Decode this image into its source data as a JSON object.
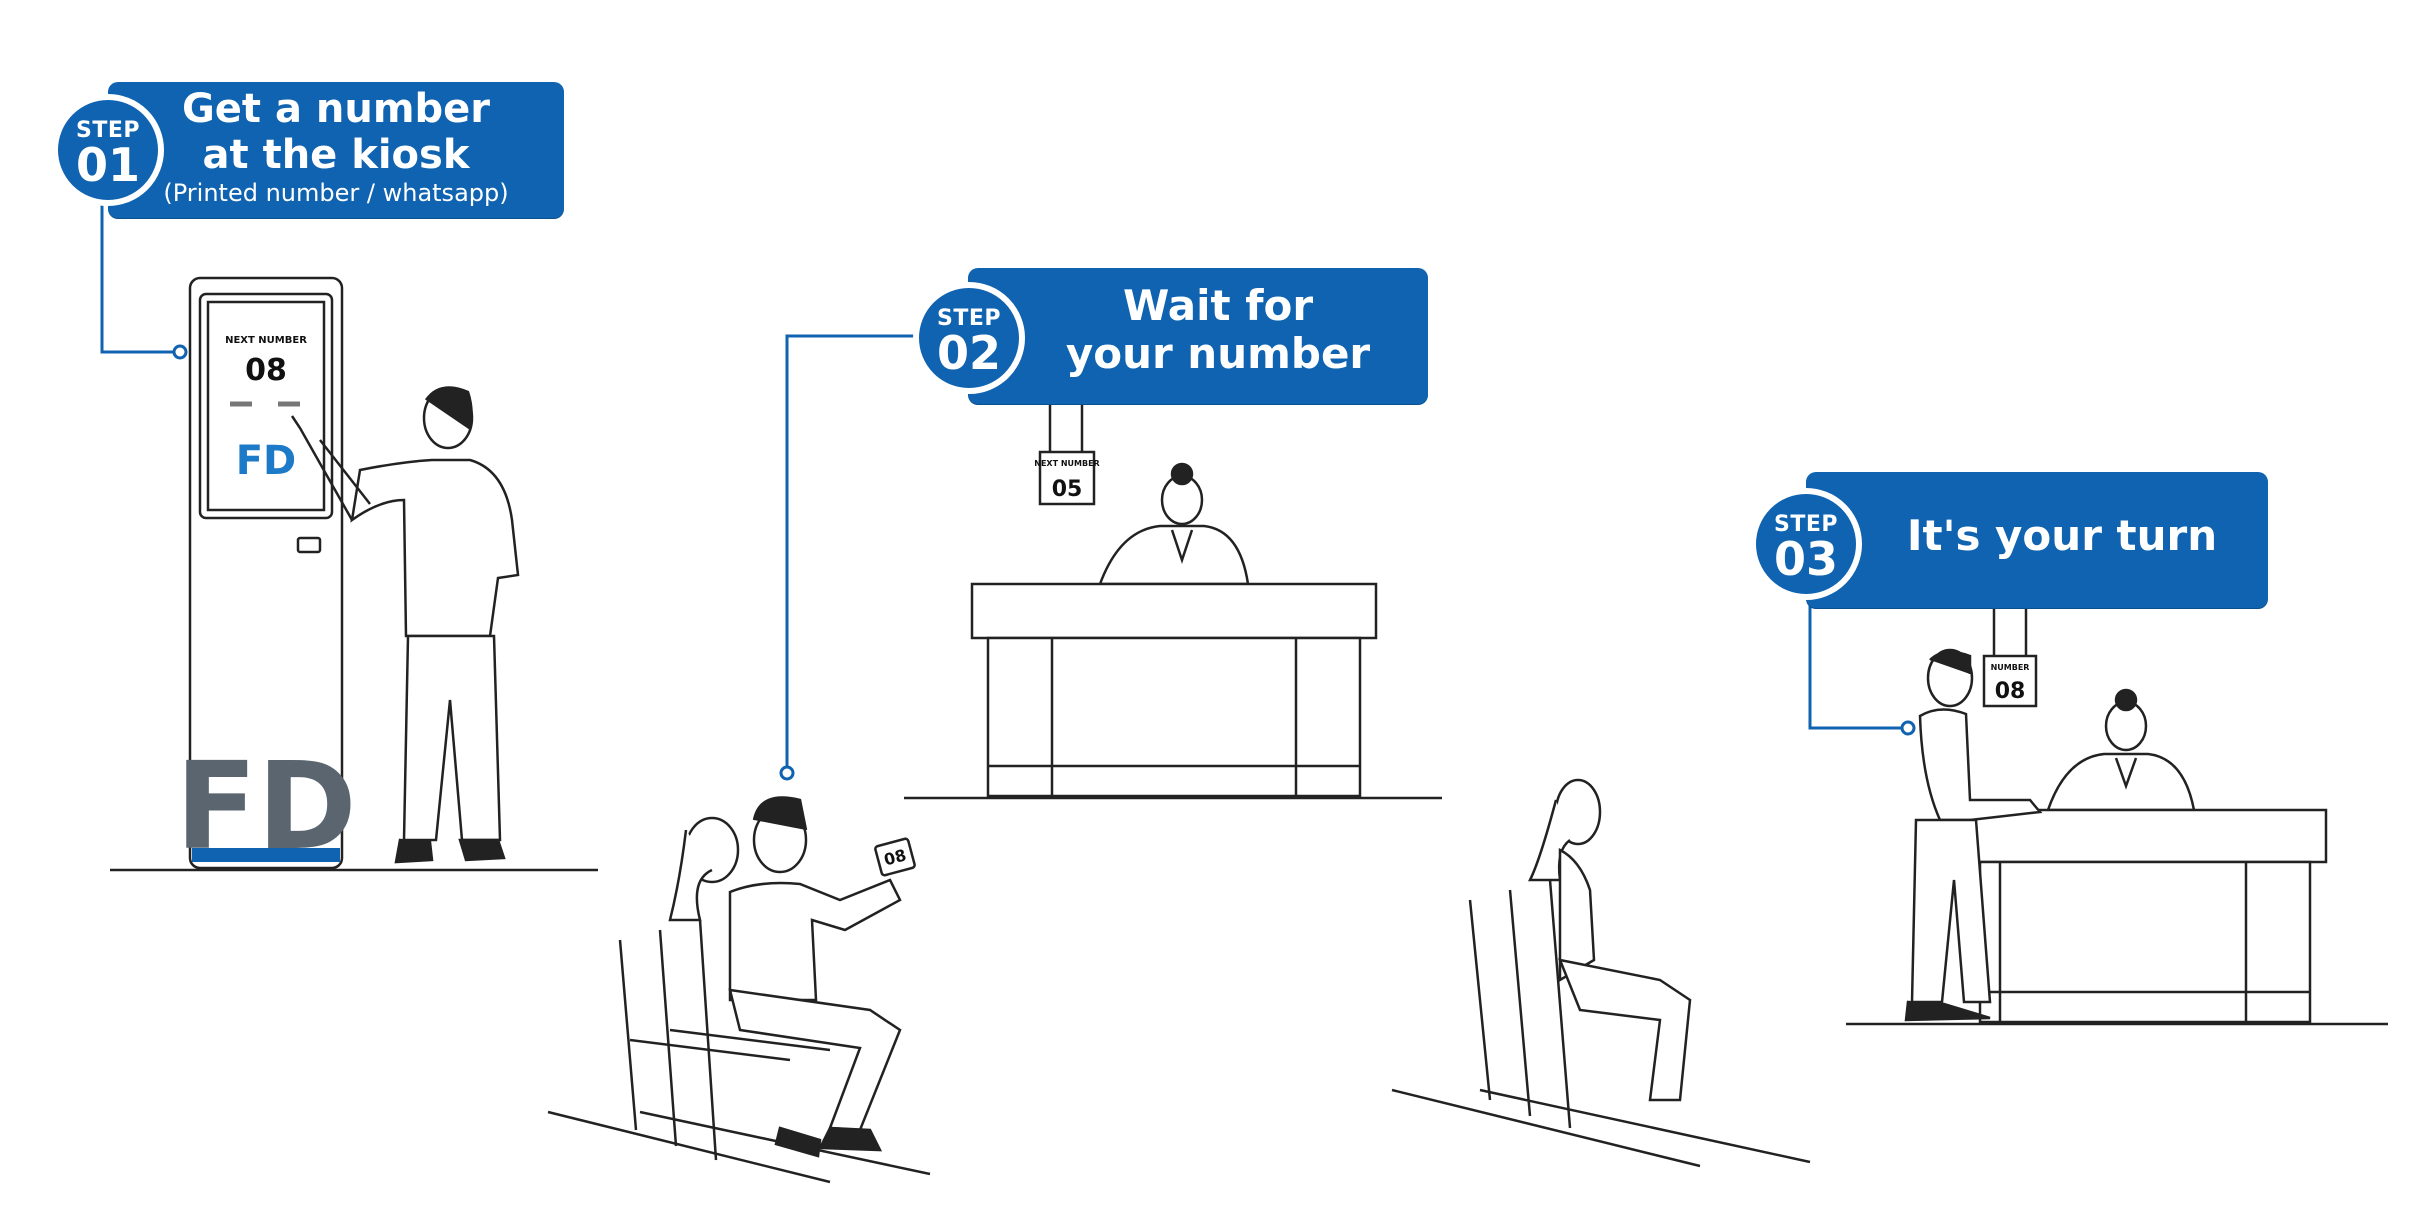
{
  "steps": [
    {
      "badge_label": "STEP",
      "badge_number": "01",
      "title": "Get a number at the kiosk",
      "subtitle": "(Printed number / whatsapp)"
    },
    {
      "badge_label": "STEP",
      "badge_number": "02",
      "title": "Wait for your number"
    },
    {
      "badge_label": "STEP",
      "badge_number": "03",
      "title": "It's your turn"
    }
  ],
  "kiosk": {
    "screen_caption": "NEXT NUMBER",
    "screen_number": "08",
    "logo_text": "FD"
  },
  "counter_signs": [
    {
      "caption": "NEXT NUMBER",
      "number": "05"
    },
    {
      "caption": "NUMBER",
      "number": "08"
    }
  ],
  "ticket_number": "08",
  "colors": {
    "brand_blue": "#0f63b0",
    "line_art": "#222222",
    "logo_gray": "#5a6570"
  },
  "icons": [
    "person-touching-kiosk-icon",
    "receptionist-icon",
    "seated-people-icon",
    "standing-person-icon"
  ]
}
